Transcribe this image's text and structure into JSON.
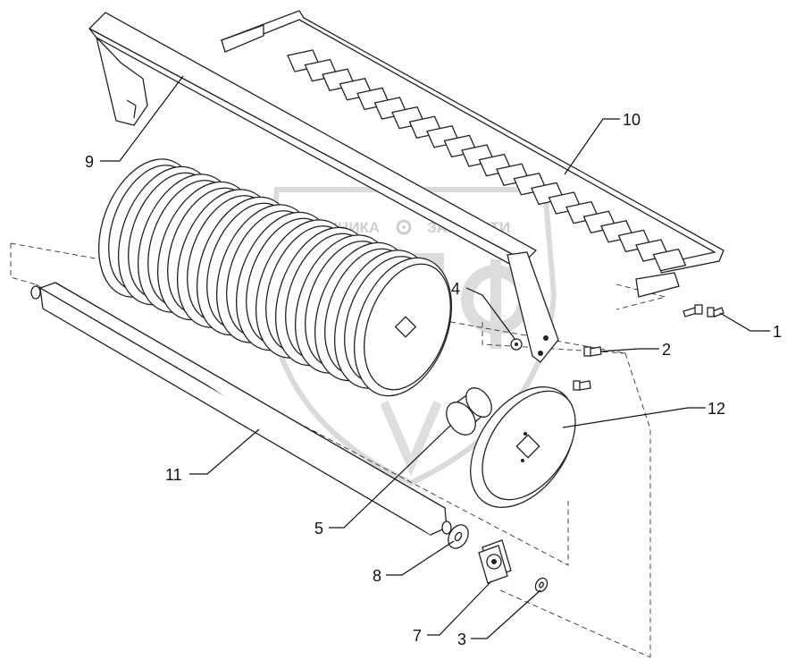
{
  "watermark": {
    "left_text": "ТЕХНИКА",
    "right_text": "ЗАПЧАСТИ",
    "gear_icon": "gear-icon"
  },
  "callouts": [
    {
      "id": "1",
      "text": "1"
    },
    {
      "id": "2",
      "text": "2"
    },
    {
      "id": "3",
      "text": "3"
    },
    {
      "id": "4",
      "text": "4"
    },
    {
      "id": "5",
      "text": "5"
    },
    {
      "id": "7",
      "text": "7"
    },
    {
      "id": "8",
      "text": "8"
    },
    {
      "id": "9",
      "text": "9"
    },
    {
      "id": "10",
      "text": "10"
    },
    {
      "id": "11",
      "text": "11"
    },
    {
      "id": "12",
      "text": "12"
    }
  ]
}
